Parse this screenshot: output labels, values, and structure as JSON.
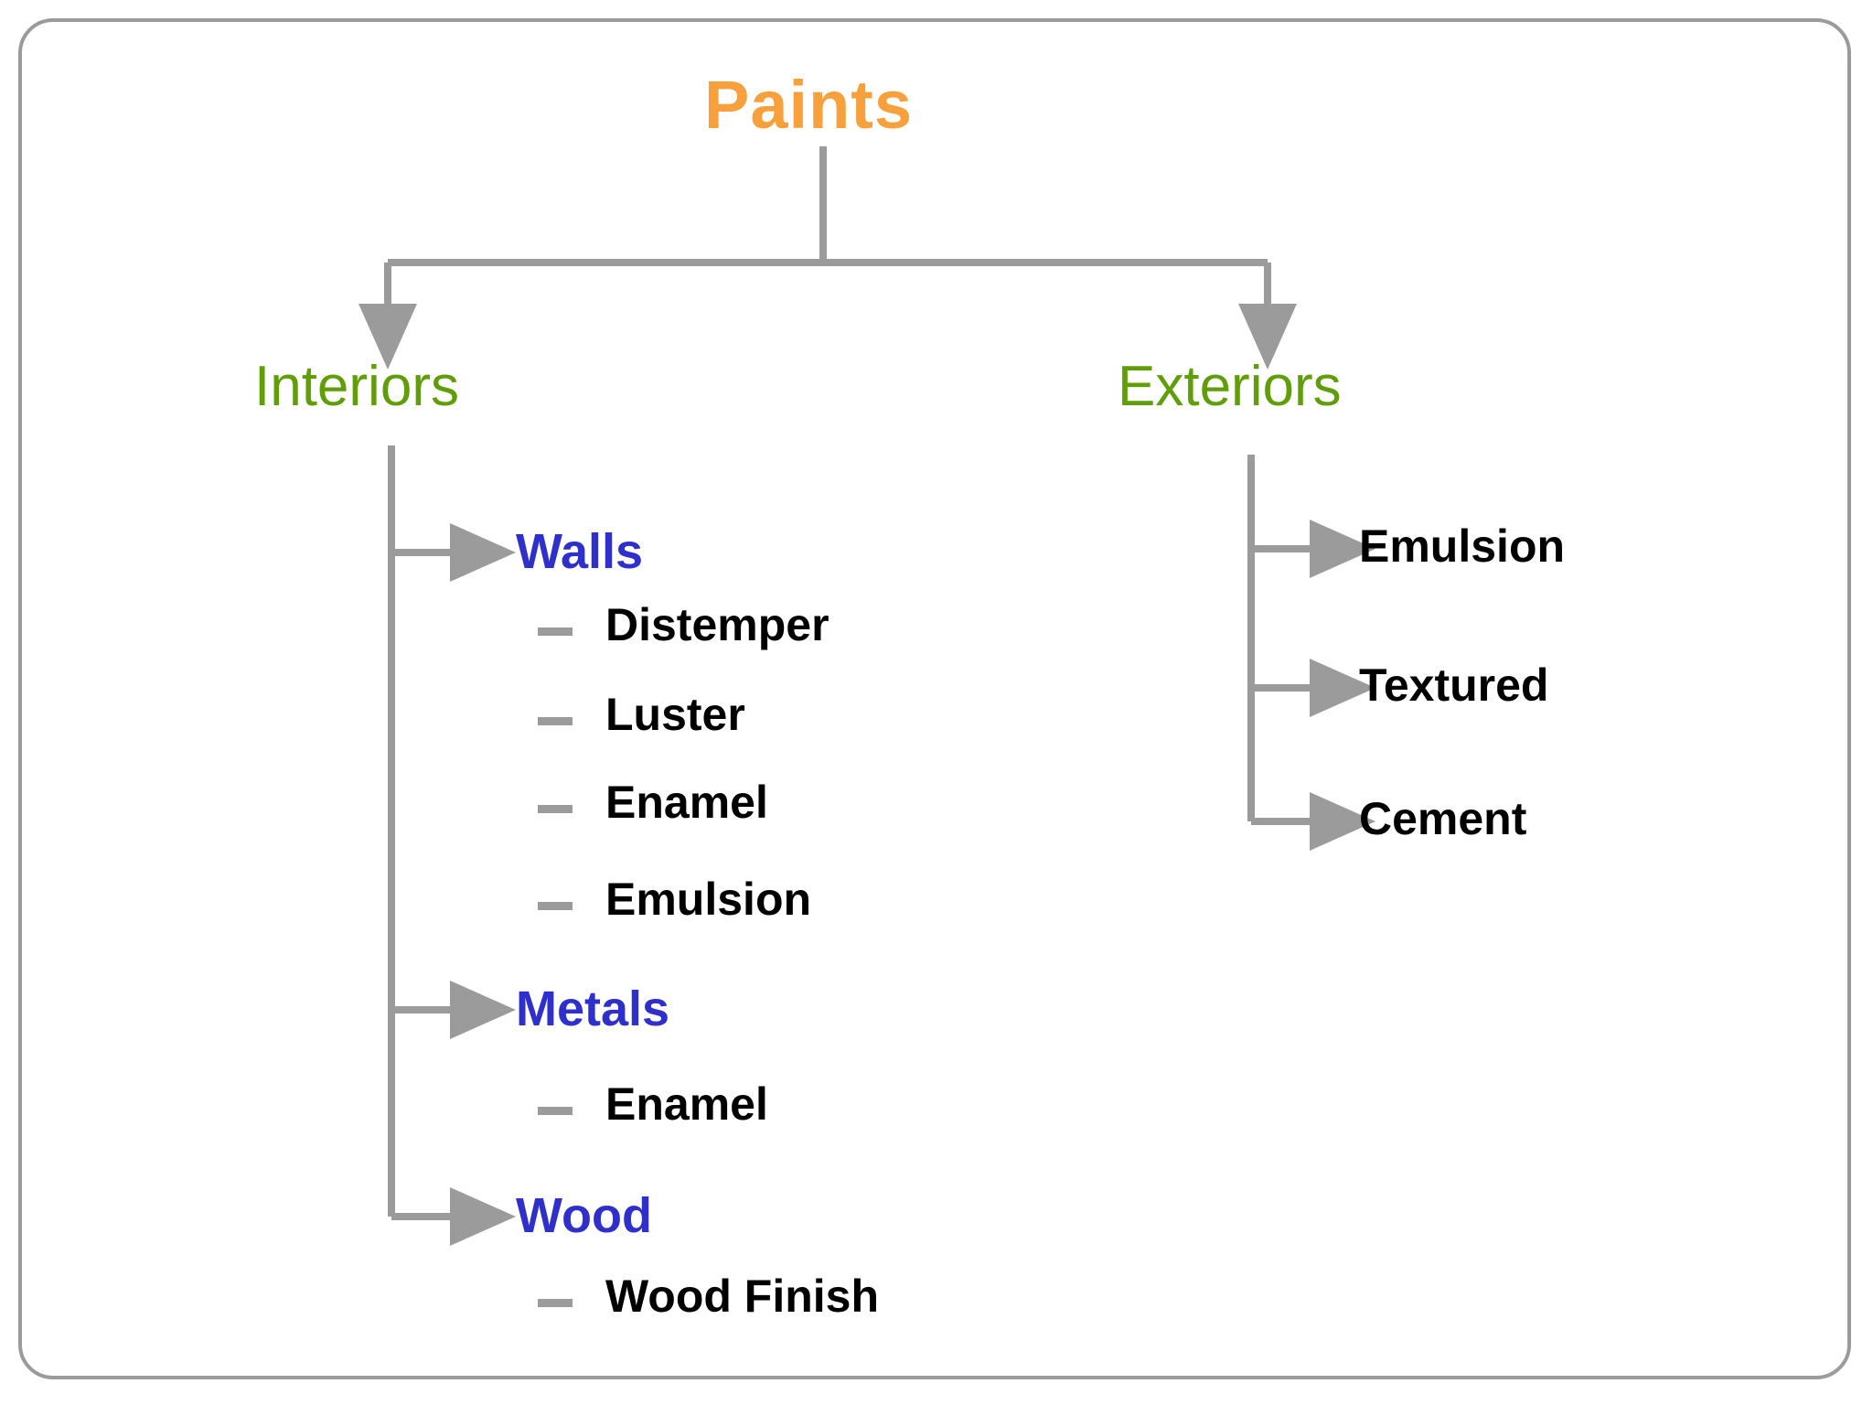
{
  "diagram": {
    "type": "tree",
    "title": "Paints",
    "frame": {
      "style": "rounded-rectangle",
      "border_color": "#9b9b9b"
    },
    "colors": {
      "root": "#f7a03c",
      "level1": "#5f9e07",
      "level2": "#2f2fcc",
      "leaf": "#000000",
      "connector": "#9b9b9b",
      "background": "#ffffff"
    },
    "root": {
      "label": "Paints"
    },
    "branches": [
      {
        "label": "Interiors",
        "children": [
          {
            "label": "Walls",
            "items": [
              "Distemper",
              "Luster",
              "Enamel",
              "Emulsion"
            ]
          },
          {
            "label": "Metals",
            "items": [
              "Enamel"
            ]
          },
          {
            "label": "Wood",
            "items": [
              "Wood Finish"
            ]
          }
        ]
      },
      {
        "label": "Exteriors",
        "children": [],
        "items": [
          "Emulsion",
          "Textured",
          "Cement"
        ]
      }
    ]
  },
  "labels": {
    "root": "Paints",
    "interiors": "Interiors",
    "exteriors": "Exteriors",
    "walls": "Walls",
    "metals": "Metals",
    "wood": "Wood",
    "walls_items": [
      "Distemper",
      "Luster",
      "Enamel",
      "Emulsion"
    ],
    "metals_items": [
      "Enamel"
    ],
    "wood_items": [
      "Wood Finish"
    ],
    "exteriors_items": [
      "Emulsion",
      "Textured",
      "Cement"
    ]
  }
}
